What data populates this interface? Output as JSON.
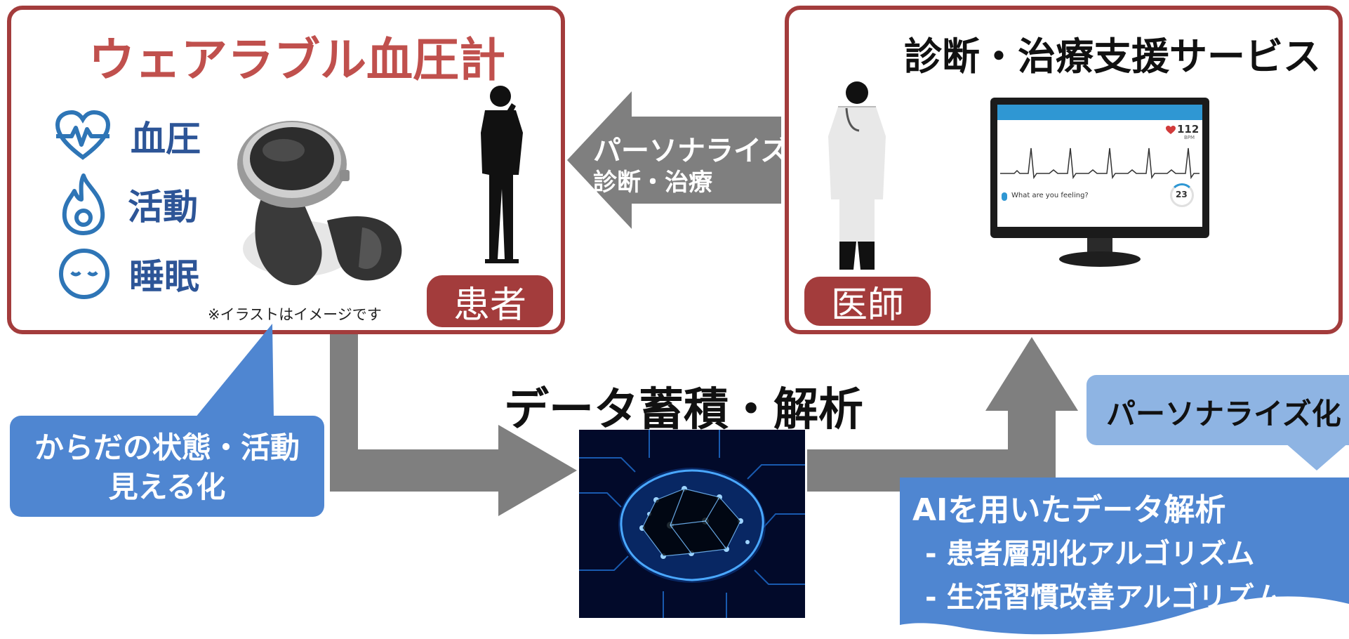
{
  "left_panel": {
    "title": "ウェアラブル血圧計",
    "metrics": [
      {
        "icon": "heart-pulse-icon",
        "label": "血圧"
      },
      {
        "icon": "flame-icon",
        "label": "活動"
      },
      {
        "icon": "sleeping-face-icon",
        "label": "睡眠"
      }
    ],
    "note": "※イラストはイメージです",
    "badge": "患者"
  },
  "right_panel": {
    "title": "診断・治療支援サービス",
    "badge": "医師",
    "monitor": {
      "heart_rate": "112",
      "bpm_unit": "BPM",
      "prompt": "What are you feeling?",
      "score": "23"
    }
  },
  "feedback_arrow": {
    "line1": "パーソナライズ",
    "line2": "診断・治療"
  },
  "center": {
    "title": "データ蓄積・解析"
  },
  "left_callout": {
    "line1": "からだの状態・活動",
    "line2": "見える化"
  },
  "right_callout": {
    "text": "パーソナライズ化"
  },
  "ai_box": {
    "title": "AIを用いたデータ解析",
    "items": [
      "- 患者層別化アルゴリズム",
      "- 生活習慣改善アルゴリズム"
    ]
  },
  "colors": {
    "panel_border": "#a33c3c",
    "title_red": "#c0504d",
    "icon_blue": "#2e75b6",
    "callout_blue": "#4f86d1",
    "light_blue": "#8eb4e3",
    "arrow_gray": "#7f7f7f"
  }
}
